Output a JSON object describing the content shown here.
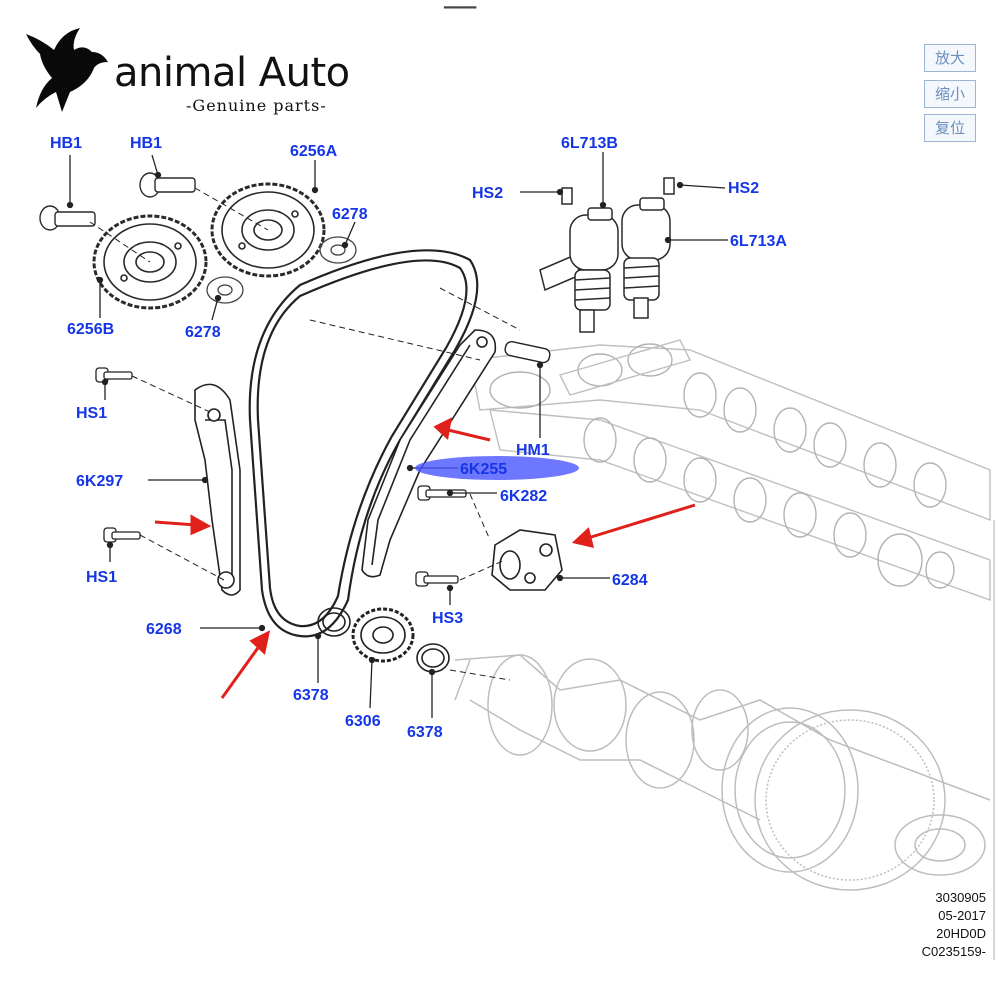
{
  "brand": {
    "name": "animal Auto",
    "tagline": "-Genuine parts-"
  },
  "top_fragment": "▁▁▁",
  "zoom_controls": {
    "zoom_in": "放大",
    "zoom_out": "缩小",
    "reset": "复位"
  },
  "footer_stamp": [
    "3030905",
    "05-2017",
    "20HD0D",
    "C0235159-"
  ],
  "highlight_color": "#4a55ff",
  "arrow_color": "#e0201b",
  "label_color": "#1536e6",
  "labels": {
    "hb1_a": "HB1",
    "hb1_b": "HB1",
    "p6256a": "6256A",
    "p6278_a": "6278",
    "p6256b": "6256B",
    "p6278_b": "6278",
    "p6l713b": "6L713B",
    "hs2_a": "HS2",
    "hs2_b": "HS2",
    "p6l713a": "6L713A",
    "hs1_a": "HS1",
    "hm1": "HM1",
    "p6k255": "6K255",
    "p6k282": "6K282",
    "p6k297": "6K297",
    "p6284": "6284",
    "hs1_b": "HS1",
    "hs3": "HS3",
    "p6268": "6268",
    "p6378_a": "6378",
    "p6306": "6306",
    "p6378_b": "6378"
  }
}
